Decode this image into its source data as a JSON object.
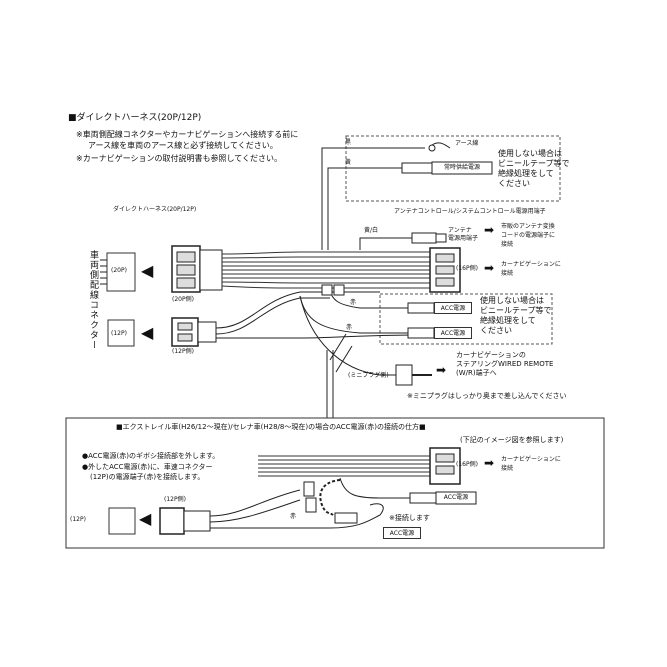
{
  "header": {
    "title": "■ダイレクトハーネス(20P/12P)",
    "note1": "※車両側配線コネクターやカーナビゲーションへ接続する前に",
    "note2": "アース線を車両のアース線と必ず接続してください。",
    "note3": "※カーナビゲーションの取付説明書も参照してください。"
  },
  "left": {
    "vertical_label": "車両側配線コネクター",
    "harness_label": "ダイレクトハーネス(20P/12P)",
    "conn_20p": "(20P)",
    "conn_12p": "(12P)",
    "side_20p": "(20P側)",
    "side_12p": "(12P側)"
  },
  "wires": {
    "black": "黒",
    "yellow": "黄",
    "yellow_white": "黄/白",
    "red": "赤",
    "earth": "アース線",
    "constant_power": "常時供給電源",
    "antenna_control": "アンテナコントロール/システムコントロール電源用端子",
    "antenna_term_1": "アンテナ",
    "antenna_term_2": "電源用端子",
    "antenna_note_1": "市販のアンテナ変換",
    "antenna_note_2": "コードの電源端子に",
    "antenna_note_3": "接続",
    "side_16p": "(16P側)",
    "navi_connect_1": "カーナビゲーションに",
    "navi_connect_2": "接続",
    "acc_power": "ACC電源",
    "mini_plug": "(ミニプラグ側)",
    "steering_1": "カーナビゲーションの",
    "steering_2": "ステアリングWIRED REMOTE",
    "steering_3": "(W/R)端子へ",
    "mini_plug_note": "※ミニプラグはしっかり奥まで差し込んでください"
  },
  "unused_top": {
    "line1": "使用しない場合は",
    "line2": "ビニールテープ等で",
    "line3": "絶縁処理をして",
    "line4": "ください"
  },
  "unused_mid": {
    "line1": "使用しない場合は",
    "line2": "ビニールテープ等で",
    "line3": "絶縁処理をして",
    "line4": "ください"
  },
  "inset": {
    "title": "■エクストレイル車(H26/12～現在)/セレナ車(H28/8～現在)の場合のACC電源(赤)の接続の仕方■",
    "image_ref": "(下記のイメージ図を参照します)",
    "step1": "●ACC電源(赤)のギボシ接続部を外します。",
    "step2a": "●外したACC電源(赤)に、車速コネクター",
    "step2b": "(12P)の電源端子(赤)を接続します。",
    "side_12p": "(12P側)",
    "conn_12p": "(12P)",
    "red": "赤",
    "connect_note": "※接続します",
    "acc_power": "ACC電源",
    "side_16p": "(16P側)",
    "navi_connect_1": "カーナビゲーションに",
    "navi_connect_2": "接続"
  }
}
